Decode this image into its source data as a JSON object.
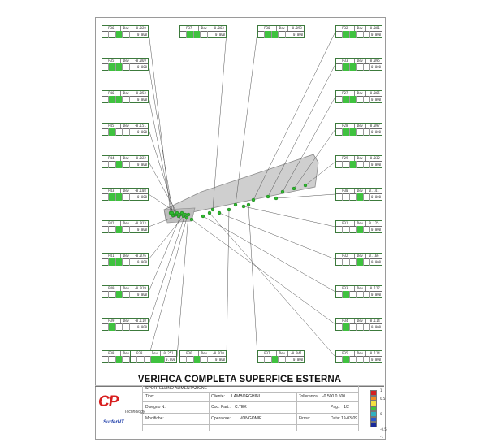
{
  "title": "VERIFICA COMPLETA SUPERFICE ESTERNA",
  "part_description": "SPORTELLINO ALIMENTAZIONE",
  "logo": {
    "main": "CP",
    "technology": "Technology",
    "software": "SurferNT"
  },
  "titleblock": {
    "tipo_label": "Tipo:",
    "tipo_value": "",
    "cliente_label": "Cliente:",
    "cliente_value": "LAMBORGHINI",
    "disegno_label": "Disegno N.:",
    "disegno_value": "",
    "codpart_label": "Cod. Part.:",
    "codpart_value": "C.TEK",
    "modifiche_label": "Modifiche:",
    "modifiche_value": "",
    "operatore_label": "Operatore:",
    "operatore_value": "VONGOMIE",
    "firma_label": "Firma:",
    "firma_value": "",
    "tolleranza_label": "Tolleranza:",
    "tolleranza_value": "-0.500  0.500",
    "pag_label": "Pag.:",
    "pag_value": "1/2",
    "data_label": "Data:",
    "data_value": "19-03-09"
  },
  "color_scale": {
    "colors": [
      "#d42020",
      "#f08c20",
      "#f4e040",
      "#3fc23f",
      "#30b0c0",
      "#2a56d0",
      "#1a2a9a"
    ],
    "labels": [
      "1",
      "0.5",
      "",
      "0",
      "",
      "-0.5",
      "-1"
    ]
  },
  "callouts": [
    {
      "id": "P36",
      "dev": "-0.020",
      "tail": "0.000",
      "fill": [
        0,
        0,
        1,
        0,
        0
      ]
    },
    {
      "id": "P35",
      "dev": "-0.069",
      "tail": "0.000",
      "fill": [
        0,
        1,
        1,
        0,
        0
      ]
    },
    {
      "id": "P46",
      "dev": "-0.053",
      "tail": "0.000",
      "fill": [
        0,
        1,
        1,
        0,
        0
      ]
    },
    {
      "id": "P45",
      "dev": "-0.151",
      "tail": "0.000",
      "fill": [
        0,
        1,
        0,
        0,
        0
      ]
    },
    {
      "id": "P44",
      "dev": "-0.022",
      "tail": "0.000",
      "fill": [
        0,
        0,
        1,
        0,
        0
      ]
    },
    {
      "id": "P43",
      "dev": "-0.108",
      "tail": "0.000",
      "fill": [
        0,
        1,
        1,
        0,
        0
      ]
    },
    {
      "id": "P42",
      "dev": "-0.013",
      "tail": "0.000",
      "fill": [
        0,
        0,
        1,
        0,
        0
      ]
    },
    {
      "id": "P41",
      "dev": "-0.076",
      "tail": "0.000",
      "fill": [
        0,
        1,
        1,
        0,
        0
      ]
    },
    {
      "id": "P40",
      "dev": "-0.019",
      "tail": "0.000",
      "fill": [
        0,
        0,
        1,
        0,
        0
      ]
    },
    {
      "id": "P39",
      "dev": "-0.110",
      "tail": "0.000",
      "fill": [
        0,
        1,
        0,
        0,
        0
      ]
    },
    {
      "id": "P38",
      "dev": "-0.020",
      "tail": "0.000",
      "fill": [
        0,
        0,
        1,
        0,
        0
      ]
    },
    {
      "id": "P37",
      "dev": "-0.063",
      "tail": "0.000",
      "fill": [
        0,
        1,
        1,
        0,
        0
      ]
    },
    {
      "id": "P30",
      "dev": "-0.093",
      "tail": "0.000",
      "fill": [
        0,
        1,
        1,
        0,
        0
      ]
    },
    {
      "id": "P32",
      "dev": "-0.081",
      "tail": "0.000",
      "fill": [
        0,
        1,
        1,
        0,
        0
      ]
    },
    {
      "id": "P33",
      "dev": "-0.095",
      "tail": "0.000",
      "fill": [
        0,
        1,
        1,
        0,
        0
      ]
    },
    {
      "id": "P27",
      "dev": "-0.065",
      "tail": "0.000",
      "fill": [
        0,
        1,
        1,
        0,
        0
      ]
    },
    {
      "id": "P28",
      "dev": "-0.097",
      "tail": "0.000",
      "fill": [
        0,
        1,
        1,
        0,
        0
      ]
    },
    {
      "id": "P29",
      "dev": "-0.032",
      "tail": "0.000",
      "fill": [
        0,
        0,
        1,
        0,
        0
      ]
    },
    {
      "id": "P30",
      "dev": "0.141",
      "tail": "0.000",
      "fill": [
        0,
        0,
        0,
        1,
        0
      ]
    },
    {
      "id": "P31",
      "dev": "0.125",
      "tail": "0.000",
      "fill": [
        0,
        0,
        0,
        1,
        0
      ]
    },
    {
      "id": "P32",
      "dev": "0.166",
      "tail": "0.000",
      "fill": [
        0,
        0,
        0,
        1,
        0
      ]
    },
    {
      "id": "P33",
      "dev": "-0.127",
      "tail": "0.000",
      "fill": [
        0,
        1,
        0,
        0,
        0
      ]
    },
    {
      "id": "P34",
      "dev": "-0.114",
      "tail": "0.000",
      "fill": [
        0,
        1,
        0,
        0,
        0
      ]
    },
    {
      "id": "P35",
      "dev": "-0.114",
      "tail": "0.000",
      "fill": [
        0,
        1,
        0,
        0,
        0
      ]
    },
    {
      "id": "P36",
      "dev": "-0.020",
      "tail": "0.000",
      "fill": [
        0,
        0,
        1,
        0,
        0
      ]
    },
    {
      "id": "P37",
      "dev": "-0.041",
      "tail": "0.000",
      "fill": [
        0,
        0,
        1,
        0,
        0
      ]
    },
    {
      "id": "P38",
      "dev": "0.251",
      "tail": "0.000",
      "fill": [
        0,
        0,
        0,
        1,
        1
      ]
    }
  ]
}
